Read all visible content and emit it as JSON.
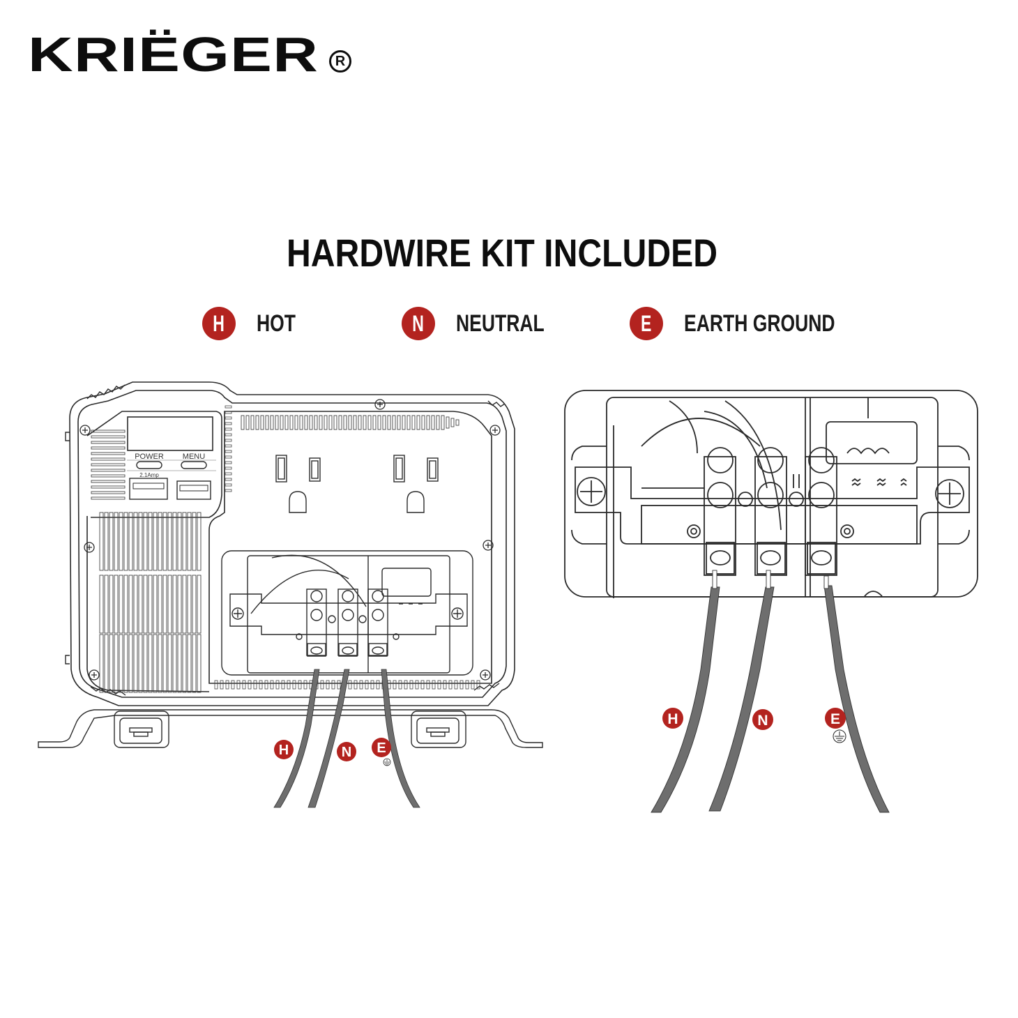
{
  "brand": {
    "name": "KRIËGER",
    "registered_mark": "R"
  },
  "title": "HARDWIRE KIT INCLUDED",
  "legend": [
    {
      "letter": "H",
      "label": "HOT"
    },
    {
      "letter": "N",
      "label": "NEUTRAL"
    },
    {
      "letter": "E",
      "label": "EARTH GROUND"
    }
  ],
  "colors": {
    "badge_red": "#b3231f",
    "wire_gray": "#6e6e6e",
    "line": "#2a2a2a",
    "text": "#0d0d0d"
  },
  "inverter": {
    "button_labels": {
      "power": "POWER",
      "menu": "MENU"
    },
    "usb_label": "2.1Amp",
    "outlet_count": 2,
    "wire_labels": [
      "H",
      "N",
      "E"
    ],
    "ground_symbol": "earth-ground-icon"
  },
  "closeup": {
    "wire_labels": [
      "H",
      "N",
      "E"
    ],
    "ground_symbol": "earth-ground-icon"
  }
}
